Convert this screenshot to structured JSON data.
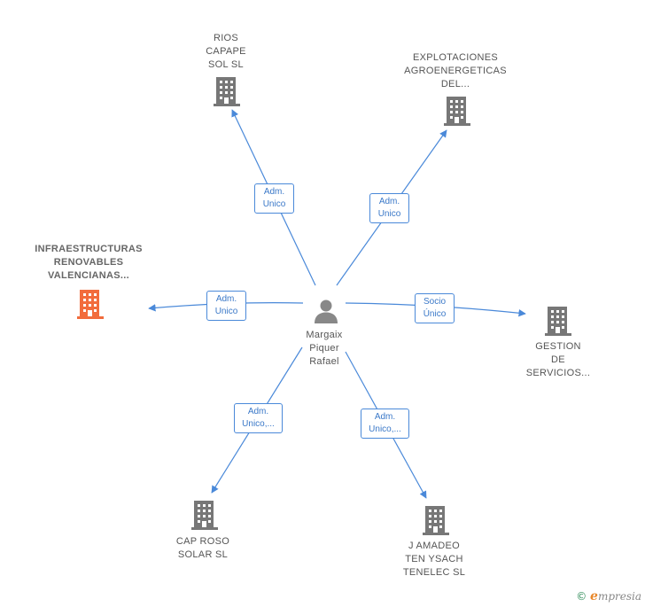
{
  "center": {
    "label_lines": [
      "Margaix",
      "Piquer",
      "Rafael"
    ]
  },
  "nodes": [
    {
      "id": "rios",
      "label_lines": [
        "RIOS",
        "CAPAPE",
        "SOL SL"
      ]
    },
    {
      "id": "explotaciones",
      "label_lines": [
        "EXPLOTACIONES",
        "AGROENERGETICAS",
        "DEL..."
      ]
    },
    {
      "id": "infraestructuras",
      "label_lines": [
        "INFRAESTRUCTURAS",
        "RENOVABLES",
        "VALENCIANAS..."
      ],
      "highlight": true
    },
    {
      "id": "gestion",
      "label_lines": [
        "GESTION",
        "DE",
        "SERVICIOS..."
      ]
    },
    {
      "id": "cap-roso",
      "label_lines": [
        "CAP ROSO",
        "SOLAR SL"
      ]
    },
    {
      "id": "j-amadeo",
      "label_lines": [
        "J AMADEO",
        "TEN YSACH",
        "TENELEC  SL"
      ]
    }
  ],
  "edges": [
    {
      "to": "rios",
      "label_lines": [
        "Adm.",
        "Unico"
      ]
    },
    {
      "to": "explotaciones",
      "label_lines": [
        "Adm.",
        "Unico"
      ]
    },
    {
      "to": "infraestructuras",
      "label_lines": [
        "Adm.",
        "Unico"
      ]
    },
    {
      "to": "gestion",
      "label_lines": [
        "Socio",
        "Único"
      ]
    },
    {
      "to": "cap-roso",
      "label_lines": [
        "Adm.",
        "Unico,..."
      ]
    },
    {
      "to": "j-amadeo",
      "label_lines": [
        "Adm.",
        "Unico,..."
      ]
    }
  ],
  "colors": {
    "edge": "#4a89d9",
    "company_icon": "#777777",
    "highlight_icon": "#f26c3c",
    "person_icon": "#888888"
  },
  "credit": {
    "symbol": "©",
    "brand_initial": "e",
    "brand_rest": "mpresia"
  }
}
